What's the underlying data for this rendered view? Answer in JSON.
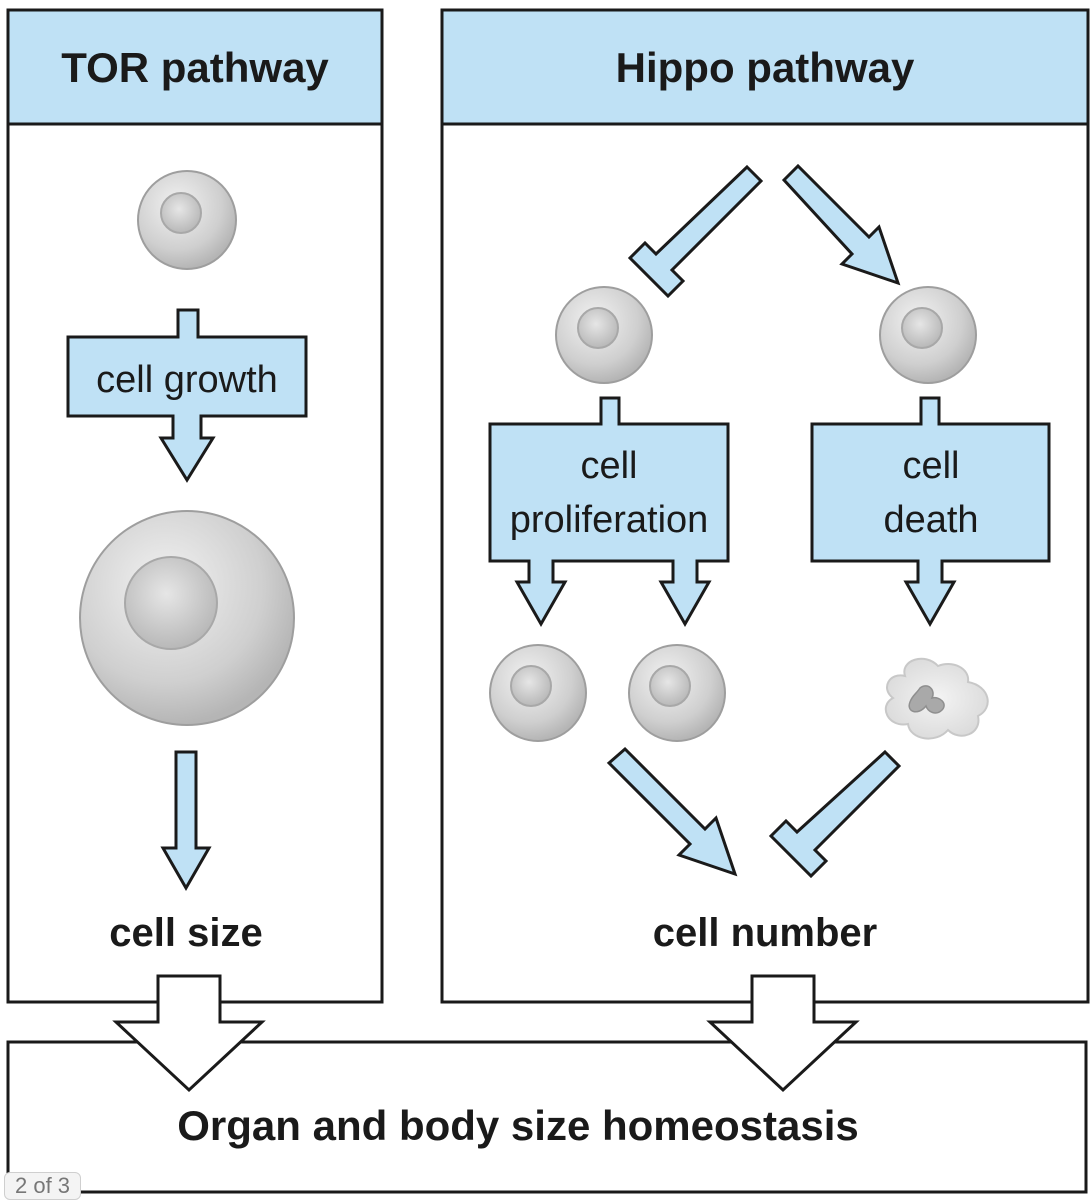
{
  "tor": {
    "title": "TOR pathway",
    "process": "cell growth",
    "result": "cell size"
  },
  "hippo": {
    "title": "Hippo pathway",
    "proliferation": [
      "cell",
      "proliferation"
    ],
    "death": [
      "cell",
      "death"
    ],
    "result": "cell number"
  },
  "outcome": "Organ and body size homeostasis",
  "pager": "2 of 3",
  "colors": {
    "accent_fill": "#bfe1f5",
    "outline": "#1a1a1a",
    "cell_fill": "#cfcfcf",
    "cell_nucleus": "#bdbdbd"
  }
}
